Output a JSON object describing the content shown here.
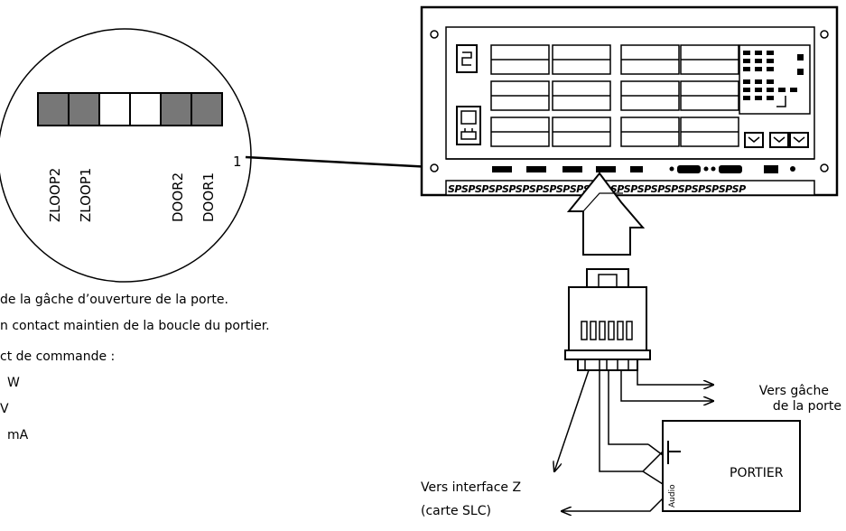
{
  "connector": {
    "pin_number": "1",
    "pins": [
      {
        "label": "ZLOOP2",
        "state": "filled"
      },
      {
        "label": "ZLOOP1",
        "state": "filled"
      },
      {
        "label": "",
        "state": "empty"
      },
      {
        "label": "",
        "state": "empty"
      },
      {
        "label": "DOOR2",
        "state": "filled"
      },
      {
        "label": "DOOR1",
        "state": "filled"
      }
    ]
  },
  "notes": [
    "de la gâche d’ouverture de la porte.",
    "n contact maintien de la boucle du portier.",
    "ct de commande :",
    "W",
    "V",
    "mA"
  ],
  "labels": {
    "door_strike": [
      "Vers gâche",
      "de la porte"
    ],
    "z_interface": [
      "Vers interface Z",
      "(carte SLC)"
    ],
    "portier": "PORTIER",
    "audio": "Audio",
    "rail_pattern": "SPSPSPSPSPSPSPSPSPSPSPSPSPSPSPSPSPSPSPSPSPSP"
  },
  "colors": {
    "pin_filled": "#777777",
    "pin_empty": "#ffffff",
    "stroke": "#000000"
  }
}
